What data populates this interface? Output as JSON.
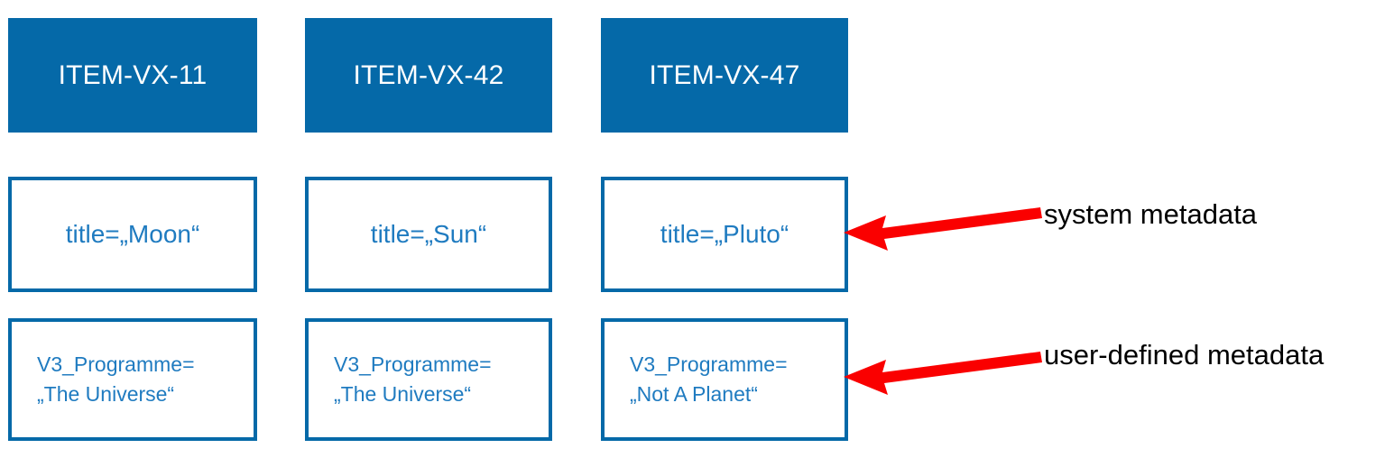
{
  "diagram": {
    "title_row": [
      {
        "id": "col1",
        "label": "ITEM-VX-11"
      },
      {
        "id": "col2",
        "label": "ITEM-VX-42"
      },
      {
        "id": "col3",
        "label": "ITEM-VX-47"
      }
    ],
    "system_metadata_row": [
      {
        "id": "col1",
        "text": "title=„Moon“"
      },
      {
        "id": "col2",
        "text": "title=„Sun“"
      },
      {
        "id": "col3",
        "text": "title=„Pluto“"
      }
    ],
    "user_metadata_row": [
      {
        "id": "col1",
        "text": "V3_Programme=\n„The Universe“"
      },
      {
        "id": "col2",
        "text": "V3_Programme=\n„The Universe“"
      },
      {
        "id": "col3",
        "text": "V3_Programme=\n„Not A Planet“"
      }
    ],
    "annotations": [
      {
        "id": "system",
        "label": "system metadata"
      },
      {
        "id": "user",
        "label": "user-defined metadata"
      }
    ],
    "colors": {
      "item_box_fill": "#0569A8",
      "box_border": "#0569A8",
      "metadata_text": "#1F7BC0",
      "item_label_text": "#FFFFFF",
      "arrow": "#FA0000",
      "annotation_text": "#000000",
      "background": "#FFFFFF"
    }
  }
}
